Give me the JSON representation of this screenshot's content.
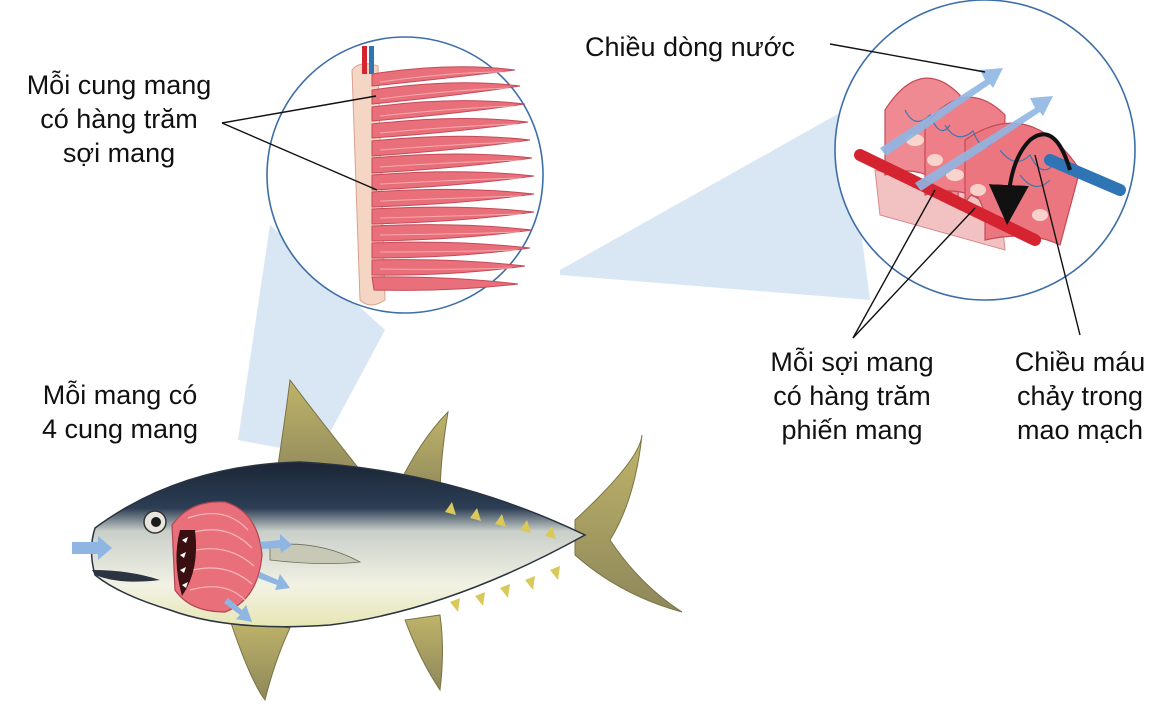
{
  "labels": {
    "gill_arch": [
      "Mỗi cung mang",
      "có hàng trăm",
      "sợi mang"
    ],
    "four_arches": [
      "Mỗi mang có",
      "4 cung mang"
    ],
    "water_flow": "Chiều dòng nước",
    "filament": [
      "Mỗi sợi mang",
      "có hàng trăm",
      "phiến mang"
    ],
    "blood_flow": [
      "Chiều máu",
      "chảy trong",
      "mao mạch"
    ]
  },
  "colors": {
    "gill_pink": "#e9707a",
    "gill_light": "#f7b9bd",
    "callout_fill": "#c9dcf0",
    "circle_stroke": "#3d6ea8",
    "water_arrow": "#8fb6e3",
    "artery": "#d5232f",
    "vein": "#2f74b5",
    "fish_dark": "#1e2a3a",
    "fish_yellow": "#e6d66a",
    "fin_olive": "#a89f5a"
  },
  "icons": {
    "gill_arch_zoom": "gill-arch-illustration",
    "filament_zoom": "gill-filament-illustration",
    "fish": "tuna-fish-illustration"
  }
}
